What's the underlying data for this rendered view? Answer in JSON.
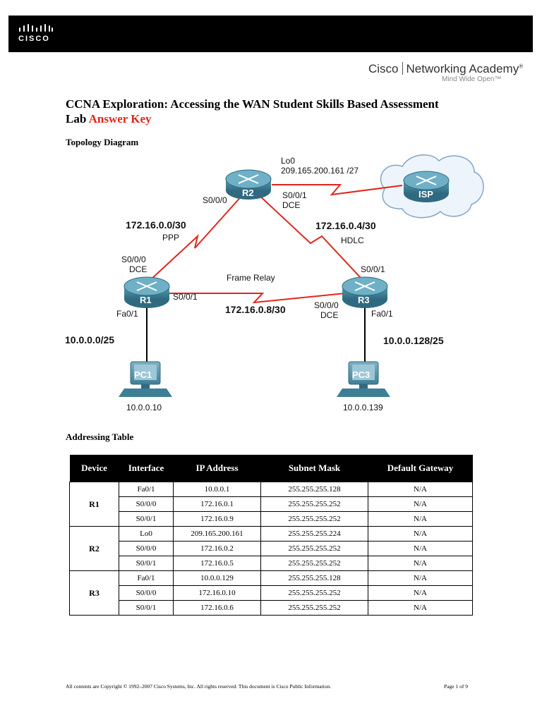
{
  "brand": {
    "logo_text": "CISCO",
    "academy_name_1": "Cisco",
    "academy_name_2": "Networking Academy",
    "academy_mark": "®",
    "tagline": "Mind Wide Open™"
  },
  "doc": {
    "title": "CCNA Exploration: Accessing the WAN Student Skills Based Assessment Lab",
    "title_highlight": "Answer Key",
    "topology_heading": "Topology Diagram",
    "addressing_heading": "Addressing Table"
  },
  "topology": {
    "devices": {
      "r1": "R1",
      "r2": "R2",
      "r3": "R3",
      "isp": "ISP",
      "pc1": "PC1",
      "pc3": "PC3"
    },
    "labels": {
      "lo0": "Lo0",
      "lo0_addr": "209.165.200.161 /27",
      "r2_s000": "S0/0/0",
      "r2_s001": "S0/0/1",
      "r2_dce": "DCE",
      "net_r1r2": "172.16.0.0/30",
      "ppp": "PPP",
      "net_r2r3": "172.16.0.4/30",
      "hdlc": "HDLC",
      "r1_s000": "S0/0/0",
      "r1_dce": "DCE",
      "frame_relay": "Frame Relay",
      "r1_s001": "S0/0/1",
      "r3_s001": "S0/0/1",
      "net_r1r3": "172.16.0.8/30",
      "r3_s000": "S0/0/0",
      "r3_dce": "DCE",
      "r1_fa01": "Fa0/1",
      "r3_fa01": "Fa0/1",
      "lan1": "10.0.0.0/25",
      "lan3": "10.0.0.128/25",
      "pc1_ip": "10.0.0.10",
      "pc3_ip": "10.0.0.139"
    },
    "colors": {
      "wan_link": "#e1261c",
      "lan_link": "#000000",
      "router": "#3f7f95"
    }
  },
  "table": {
    "headers": [
      "Device",
      "Interface",
      "IP Address",
      "Subnet Mask",
      "Default Gateway"
    ],
    "groups": [
      {
        "device": "R1",
        "rows": [
          [
            "Fa0/1",
            "10.0.0.1",
            "255.255.255.128",
            "N/A"
          ],
          [
            "S0/0/0",
            "172.16.0.1",
            "255.255.255.252",
            "N/A"
          ],
          [
            "S0/0/1",
            "172.16.0.9",
            "255.255.255.252",
            "N/A"
          ]
        ]
      },
      {
        "device": "R2",
        "rows": [
          [
            "Lo0",
            "209.165.200.161",
            "255.255.255.224",
            "N/A"
          ],
          [
            "S0/0/0",
            "172.16.0.2",
            "255.255.255.252",
            "N/A"
          ],
          [
            "S0/0/1",
            "172.16.0.5",
            "255.255.255.252",
            "N/A"
          ]
        ]
      },
      {
        "device": "R3",
        "rows": [
          [
            "Fa0/1",
            "10.0.0.129",
            "255.255.255.128",
            "N/A"
          ],
          [
            "S0/0/0",
            "172.16.0.10",
            "255.255.255.252",
            "N/A"
          ],
          [
            "S0/0/1",
            "172.16.0.6",
            "255.255.255.252",
            "N/A"
          ]
        ]
      }
    ]
  },
  "footer": {
    "copyright": "All contents are Copyright © 1992–2007 Cisco Systems, Inc. All rights reserved. This document is Cisco Public Information.",
    "page": "Page 1 of 9"
  }
}
